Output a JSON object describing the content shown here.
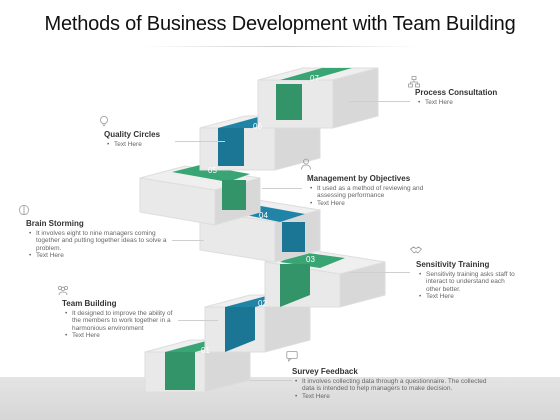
{
  "title": "Methods of Business Development with Team Building",
  "steps": [
    "01",
    "02",
    "03",
    "04",
    "05",
    "06",
    "07"
  ],
  "colors": {
    "green": "#3aa574",
    "blue": "#1f84a6",
    "block": "#ebebeb",
    "block_side": "#d9d9d9"
  },
  "items": {
    "process_consultation": {
      "heading": "Process Consultation",
      "bullets": [
        "Text Here"
      ]
    },
    "quality_circles": {
      "heading": "Quality Circles",
      "bullets": [
        "Text Here"
      ]
    },
    "management_by_objectives": {
      "heading": "Management by Objectives",
      "bullets": [
        "It used as a method of reviewing and assessing performance",
        "Text Here"
      ]
    },
    "brain_storming": {
      "heading": "Brain Storming",
      "bullets": [
        "It involves eight to nine managers coming together and putting together ideas to solve a problem.",
        "Text Here"
      ]
    },
    "sensitivity_training": {
      "heading": "Sensitivity Training",
      "bullets": [
        "Sensitivity training asks staff to interact to understand each other better.",
        "Text Here"
      ]
    },
    "team_building": {
      "heading": "Team Building",
      "bullets": [
        "It designed to improve the ability of the members to work together in a harmonious environment",
        "Text Here"
      ]
    },
    "survey_feedback": {
      "heading": "Survey Feedback",
      "bullets": [
        "It involves collecting data through a questionnaire. The collected data is intended to help managers to make decision.",
        "Text Here"
      ]
    }
  },
  "icons": [
    "network-icon",
    "lightbulb-icon",
    "person-icon",
    "brain-icon",
    "handshake-icon",
    "team-icon",
    "chat-icon"
  ]
}
